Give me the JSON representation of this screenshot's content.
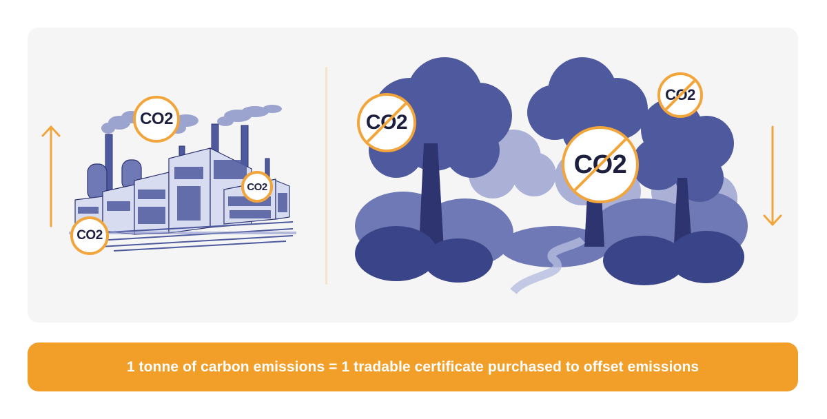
{
  "banner": {
    "text": "1 tonne of carbon emissions = 1 tradable certificate purchased to offset emissions",
    "color": "#f29f2a"
  },
  "left_scene": {
    "subject": "factory",
    "arrow": "up-arrow",
    "badges": [
      {
        "label": "CO2",
        "crossed": false
      },
      {
        "label": "CO2",
        "crossed": false
      },
      {
        "label": "CO2",
        "crossed": false
      }
    ]
  },
  "right_scene": {
    "subject": "forest",
    "arrow": "down-arrow",
    "badges": [
      {
        "label": "CO2",
        "crossed": true
      },
      {
        "label": "CO2",
        "crossed": true
      },
      {
        "label": "CO2",
        "crossed": true
      }
    ]
  },
  "colors": {
    "accent": "#f29f2a",
    "panel": "#f5f5f5",
    "illustration": "#4f5a9e",
    "badge_text": "#1c1f3e"
  }
}
